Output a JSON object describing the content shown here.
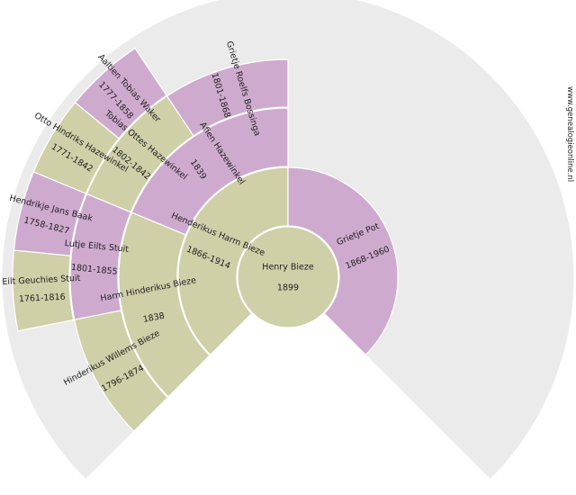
{
  "watermark": "www.genealogieonline.nl",
  "colors": {
    "background_fan": "#ebebeb",
    "male": "#cfcfa8",
    "female": "#cfaacf",
    "root": "#cfcfa8"
  },
  "root": {
    "name": "Henry Bieze",
    "dates": "1899"
  },
  "generation1": [
    {
      "name": "Henderikus Harm Bieze",
      "dates": "1866-1914",
      "gender": "male"
    },
    {
      "name": "Grietje Pot",
      "dates": "1868-1960",
      "gender": "female"
    }
  ],
  "generation2": [
    {
      "name": "Harm Hinderikus Bieze",
      "dates": "1838",
      "gender": "male"
    },
    {
      "name": "Afien Hazewinkel",
      "dates": "1839",
      "gender": "female"
    }
  ],
  "generation3": [
    {
      "name": "Hinderikus Willems Bieze",
      "dates": "1796-1874",
      "gender": "male"
    },
    {
      "name": "Lutje Eilts Stuit",
      "dates": "1801-1855",
      "gender": "female"
    },
    {
      "name": "Tobias Ottes Hazewinkel",
      "dates": "1802-1842",
      "gender": "male"
    },
    {
      "name": "Grietje Roelfs Bossinga",
      "dates": "1801-1868",
      "gender": "female"
    }
  ],
  "generation4": [
    {
      "name": "Eilt Geuchies Stuit",
      "dates": "1761-1816",
      "gender": "male"
    },
    {
      "name": "Hendrikje Jans Baak",
      "dates": "1758-1827",
      "gender": "female"
    },
    {
      "name": "Otto Hindriks Hazewinkel",
      "dates": "1771-1842",
      "gender": "male"
    },
    {
      "name": "Aaltien Tobias Waker",
      "dates": "1777-1858",
      "gender": "female"
    }
  ]
}
